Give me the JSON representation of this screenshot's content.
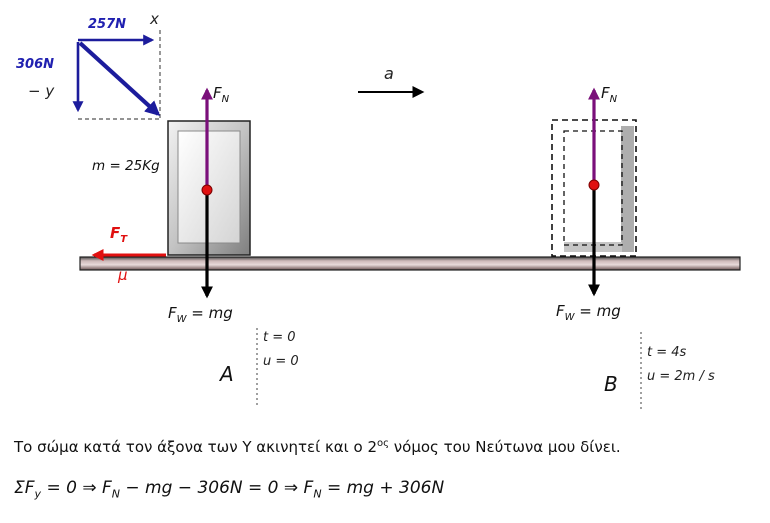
{
  "vectors": {
    "fx": "257N",
    "fy": "306N",
    "x_axis": "x",
    "y_axis": "− y",
    "accel": "a"
  },
  "labels": {
    "f": "F",
    "sub_n": "N",
    "sub_w": "W",
    "sub_t": "T",
    "eq_mg": " = mg",
    "mu": "μ",
    "mass": "m = 25Kg"
  },
  "positions": {
    "a": {
      "name": "A",
      "t": "t = 0",
      "u": "u = 0"
    },
    "b": {
      "name": "B",
      "t": "t = 4s",
      "u": "u = 2m / s"
    }
  },
  "text": {
    "para_before_sup": "Το σώμα κατά τον άξονα των Υ ακινητεί και ο 2",
    "para_sup": "ος",
    "para_after_sup": " νόμος του Νεύτωνα μου δίνει.",
    "equation": {
      "sigma_f": "ΣF",
      "sub_y": "y",
      "eq_zero": " = 0 ",
      "implies": "⇒",
      "f": " F",
      "sub_n": "N",
      "mid": " − mg − 306N = 0 ",
      "end": " = mg + 306N"
    }
  },
  "colors": {
    "vector_blue": "#1c1c9c",
    "normal_purple": "#7a0f7a",
    "friction_red": "#e01010",
    "weight_black": "#000000"
  }
}
